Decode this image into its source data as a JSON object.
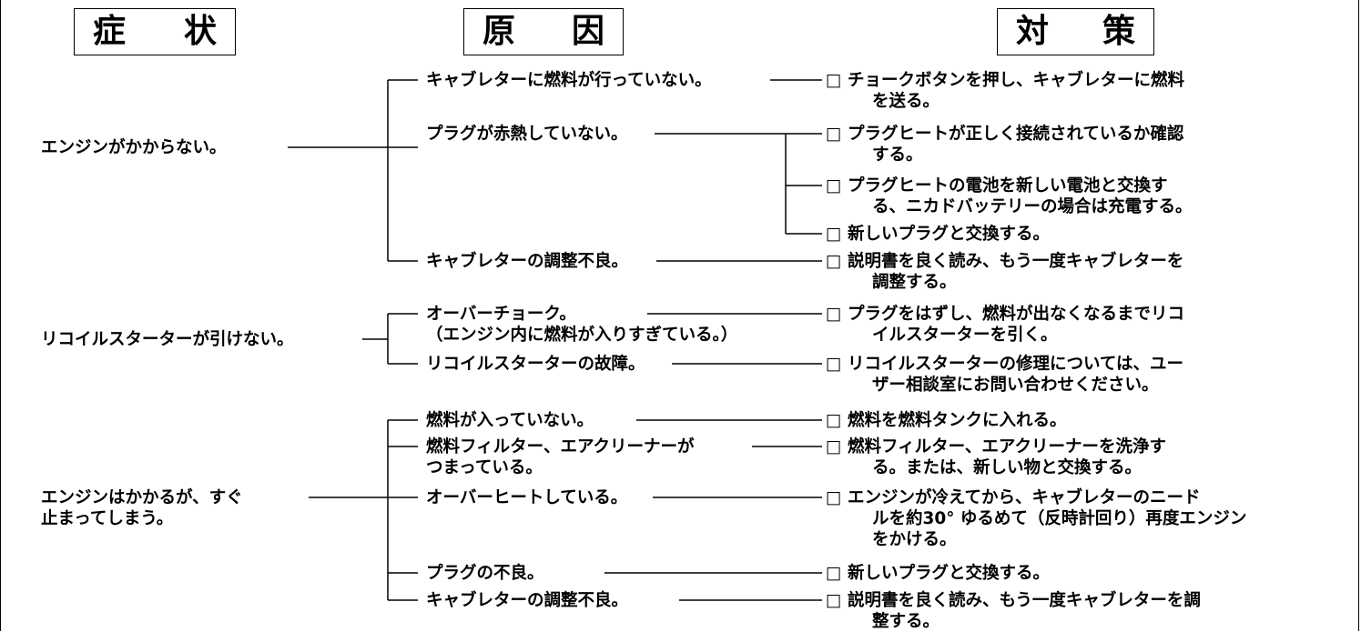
{
  "headers": {
    "symptom": [
      "症",
      "状"
    ],
    "cause": [
      "原",
      "因"
    ],
    "remedy": [
      "対",
      "策"
    ]
  },
  "symptoms": {
    "s1": "エンジンがかからない。",
    "s2": "リコイルスターターが引けない。",
    "s3_l1": "エンジンはかかるが、すぐ",
    "s3_l2": "止まってしまう。"
  },
  "causes": {
    "c1": "キャブレターに燃料が行っていない。",
    "c2": "プラグが赤熱していない。",
    "c3": "キャブレターの調整不良。",
    "c4_l1": "オーバーチョーク。",
    "c4_l2": "（エンジン内に燃料が入りすぎている。）",
    "c5": "リコイルスターターの故障。",
    "c6": "燃料が入っていない。",
    "c7_l1": "燃料フィルター、エアクリーナーが",
    "c7_l2": "つまっている。",
    "c8": "オーバーヒートしている。",
    "c9": "プラグの不良。",
    "c10": "キャブレターの調整不良。"
  },
  "remedies": {
    "r1_l1": "チョークボタンを押し、キャブレターに燃料",
    "r1_l2": "を送る。",
    "r2_l1": "プラグヒートが正しく接続されているか確認",
    "r2_l2": "する。",
    "r3_l1": "プラグヒートの電池を新しい電池と交換す",
    "r3_l2": "る、ニカドバッテリーの場合は充電する。",
    "r4_l1": "新しいプラグと交換する。",
    "r5_l1": "説明書を良く読み、もう一度キャブレターを",
    "r5_l2": "調整する。",
    "r6_l1": "プラグをはずし、燃料が出なくなるまでリコ",
    "r6_l2": "イルスターターを引く。",
    "r7_l1": "リコイルスターターの修理については、ユー",
    "r7_l2": "ザー相談室にお問い合わせください。",
    "r8_l1": "燃料を燃料タンクに入れる。",
    "r9_l1": "燃料フィルター、エアクリーナーを洗浄す",
    "r9_l2": "る。または、新しい物と交換する。",
    "r10_l1": "エンジンが冷えてから、キャブレターのニード",
    "r10_l2": "ルを約30° ゆるめて（反時計回り）再度エンジン",
    "r10_l3": "をかける。",
    "r11_l1": "新しいプラグと交換する。",
    "r12_l1": "説明書を良く読み、もう一度キャブレターを調",
    "r12_l2": "整する。"
  },
  "checkbox_glyph": "□"
}
